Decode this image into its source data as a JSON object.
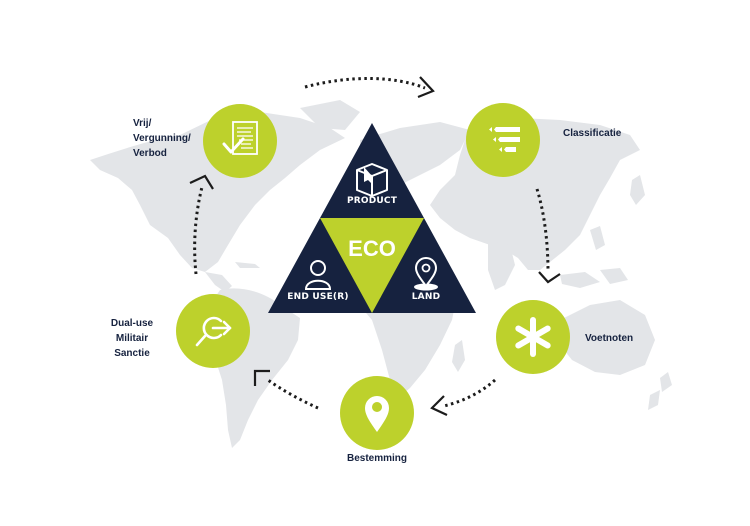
{
  "colors": {
    "accent_green": "#bdd12c",
    "navy": "#16223f",
    "map_gray": "#e3e5e8",
    "arrow": "#1c1c1c",
    "text": "#16223f"
  },
  "center": {
    "title": "ECO",
    "segments": [
      {
        "label": "PRODUCT",
        "icon": "box-icon"
      },
      {
        "label": "END USE(R)",
        "icon": "user-icon"
      },
      {
        "label": "LAND",
        "icon": "location-pin-icon"
      }
    ]
  },
  "steps": [
    {
      "id": "vrij",
      "lines": [
        "Vrij/",
        "Vergunning/",
        "Verbod"
      ],
      "icon": "document-check-icon"
    },
    {
      "id": "classificatie",
      "lines": [
        "Classificatie"
      ],
      "icon": "list-tags-icon"
    },
    {
      "id": "voetnoten",
      "lines": [
        "Voetnoten"
      ],
      "icon": "asterisk-icon"
    },
    {
      "id": "bestemming",
      "lines": [
        "Bestemming"
      ],
      "icon": "map-pin-icon"
    },
    {
      "id": "dualuse",
      "lines": [
        "Dual-use",
        "Militair",
        "Sanctie"
      ],
      "icon": "search-arrow-icon"
    }
  ]
}
